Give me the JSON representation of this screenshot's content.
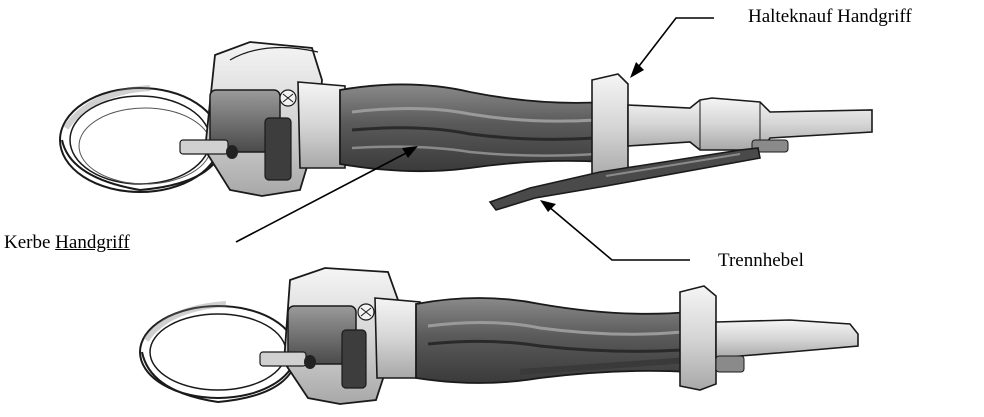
{
  "labels": {
    "halteknauf": "Halteknauf Handgriff",
    "kerbe_prefix": "Kerbe",
    "kerbe_underlined": "Handgriff",
    "trennhebel": "Trennhebel"
  },
  "colors": {
    "grip_dark": "#4d4d4d",
    "grip_mid": "#6e6e6e",
    "metal_light": "#e6e6e6",
    "metal_mid": "#bdbdbd",
    "outline": "#1a1a1a"
  },
  "icons": {
    "tool_top": "grinder-handle-with-lever-icon",
    "tool_bottom": "grinder-handle-assembled-icon"
  }
}
